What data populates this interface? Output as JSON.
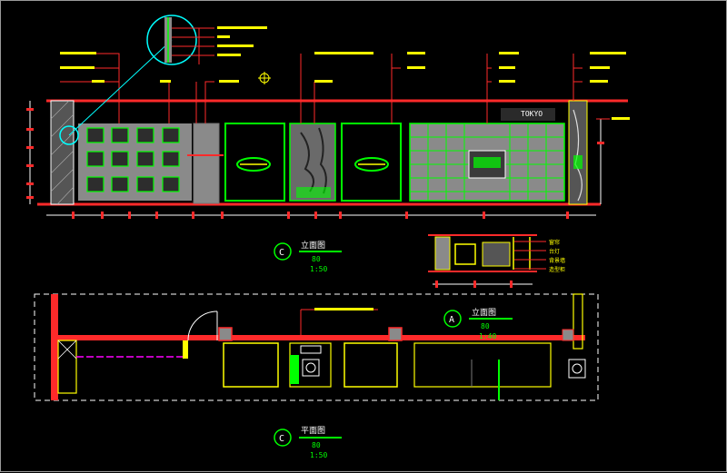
{
  "drawing": {
    "background": "#000000",
    "colors": {
      "wall": "#ff2a2a",
      "dim": "#ffffff",
      "outline": "#00ff00",
      "furniture": "#ffff00",
      "fill": "#8a8a8a",
      "annotation": "#ff2a2a",
      "detail": "#00ffff",
      "accent": "#ff00ff"
    },
    "elevation_top": {
      "top_labels": [
        "TOKYO"
      ],
      "title": {
        "marker": "C",
        "name": "立面图",
        "scale_top": "80",
        "scale": "1:50"
      }
    },
    "detail_inset": {
      "labels": [
        "窗帘",
        "台灯",
        "背景墙",
        "造型柜"
      ]
    },
    "plan": {
      "marker": {
        "letter": "A",
        "name": "立面图",
        "scale_top": "80",
        "scale": "1:40"
      },
      "title": {
        "marker": "C",
        "name": "平面图",
        "scale_top": "80",
        "scale": "1:50"
      }
    }
  }
}
